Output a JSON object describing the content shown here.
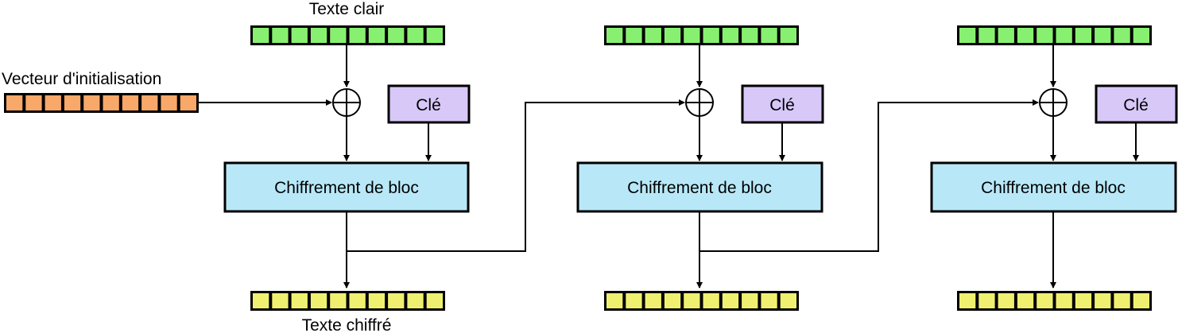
{
  "labels": {
    "plaintext": "Texte clair",
    "iv": "Vecteur d'initialisation",
    "ciphertext": "Texte chiffré"
  },
  "stages": [
    {
      "key_label": "Clé",
      "cipher_label": "Chiffrement de bloc"
    },
    {
      "key_label": "Clé",
      "cipher_label": "Chiffrement de bloc"
    },
    {
      "key_label": "Clé",
      "cipher_label": "Chiffrement de bloc"
    }
  ],
  "colors": {
    "plaintext_block": "#88f070",
    "ciphertext_block": "#f0f070",
    "iv_block": "#f8a868",
    "key_box": "#d8c8f8",
    "cipher_box": "#b8e8f8",
    "line": "#000000"
  },
  "block_cell_count": 10
}
